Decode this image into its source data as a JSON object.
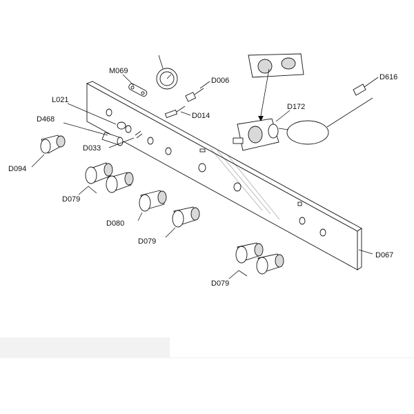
{
  "labels": {
    "m069": "M069",
    "d006": "D006",
    "d616": "D616",
    "l021": "L021",
    "d014": "D014",
    "d172": "D172",
    "d468": "D468",
    "d033": "D033",
    "d094": "D094",
    "d079_a": "D079",
    "d080": "D080",
    "d079_b": "D079",
    "d067": "D067",
    "d079_c": "D079"
  }
}
